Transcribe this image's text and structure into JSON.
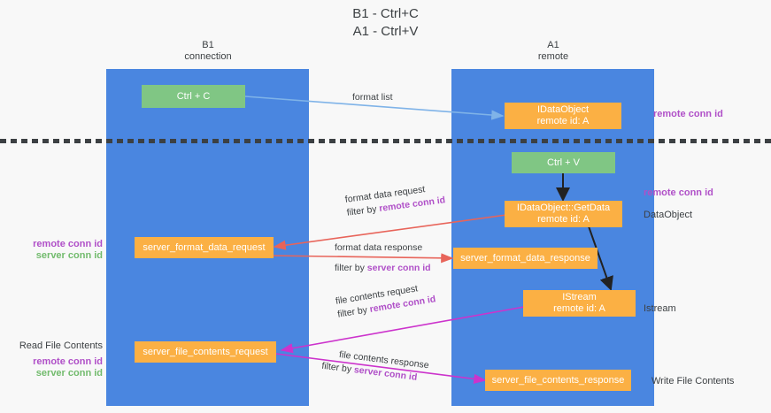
{
  "title": "B1 - Ctrl+C\nA1 - Ctrl+V",
  "columns": {
    "left": {
      "name": "B1",
      "role": "connection",
      "label": "B1\nconnection"
    },
    "right": {
      "name": "A1",
      "role": "remote",
      "label": "A1\nremote"
    }
  },
  "nodes": {
    "ctrl_c": {
      "label": "Ctrl + C",
      "color": "#80c684"
    },
    "data_object_remote": {
      "label": "IDataObject\nremote id: A",
      "color": "#fbb044"
    },
    "ctrl_v": {
      "label": "Ctrl + V",
      "color": "#80c684"
    },
    "get_data": {
      "label": "IDataObject::GetData\nremote id: A",
      "color": "#fbb044"
    },
    "server_format_data_request": {
      "label": "server_format_data_request",
      "color": "#fbb044"
    },
    "server_format_data_response": {
      "label": "server_format_data_response",
      "color": "#fbb044"
    },
    "istream": {
      "label": "IStream\nremote id: A",
      "color": "#fbb044"
    },
    "server_file_contents_request": {
      "label": "server_file_contents_request",
      "color": "#fbb044"
    },
    "server_file_contents_response": {
      "label": "server_file_contents_response",
      "color": "#fbb044"
    }
  },
  "edges": {
    "format_list": {
      "line1": "format list",
      "line2": "",
      "color": "#7fb3e8"
    },
    "format_data_request": {
      "line1": "format data request",
      "prefix": "filter by ",
      "key": "remote conn id",
      "color": "#e8645a"
    },
    "format_data_response": {
      "line1": "format data response",
      "prefix": "filter by ",
      "key": "server conn id",
      "color": "#e8645a"
    },
    "file_contents_request": {
      "line1": "file contents request",
      "prefix": "filter by ",
      "key": "remote conn id",
      "color": "#cc33cc"
    },
    "file_contents_response": {
      "line1": "file contents response",
      "prefix": "filter by ",
      "key": "server conn id",
      "color": "#cc33cc"
    }
  },
  "annotations": {
    "right_top_remote_conn_id": "remote conn id",
    "right_mid_remote_conn_id": "remote conn id",
    "right_data_object": "DataObject",
    "right_istream": "Istream",
    "right_write_file_contents": "Write File Contents",
    "left_conn_ids_mid_purple": "remote conn id",
    "left_conn_ids_mid_green": "server conn id",
    "left_read_file_contents": "Read File Contents",
    "left_conn_ids_bottom_purple": "remote conn id",
    "left_conn_ids_bottom_green": "server conn id"
  },
  "colors": {
    "lane": "#4a86e0",
    "green_node": "#80c684",
    "orange_node": "#fbb044",
    "purple_text": "#b050c8",
    "green_text": "#72bb6d",
    "red_arrow": "#e8645a",
    "magenta_arrow": "#cc33cc",
    "blue_arrow": "#7fb3e8",
    "background": "#f8f8f8"
  }
}
